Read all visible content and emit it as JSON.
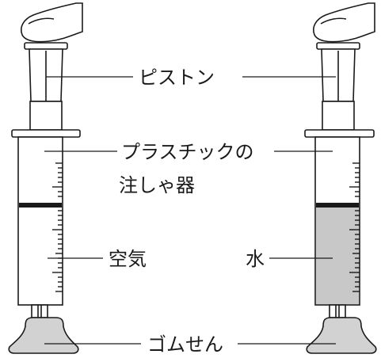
{
  "labels": {
    "piston": "ピストン",
    "syringe_line1": "プラスチックの",
    "syringe_line2": "注しゃ器",
    "air": "空気",
    "water": "水",
    "rubber_stopper": "ゴムせん"
  },
  "colors": {
    "outline": "#1a1a1a",
    "water": "#c8c8c8",
    "stopper": "#d2d2d2",
    "background": "#ffffff"
  }
}
